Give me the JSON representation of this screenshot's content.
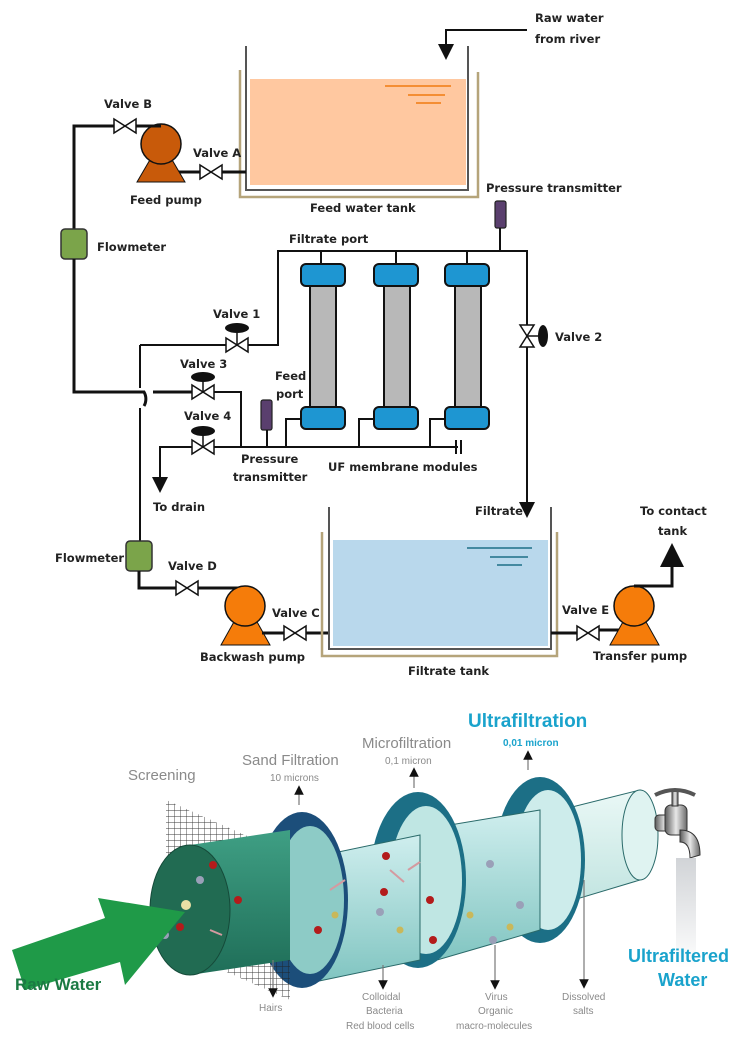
{
  "schematic": {
    "labels": {
      "raw_water_line1": "Raw water",
      "raw_water_line2": "from river",
      "valve_b": "Valve B",
      "valve_a": "Valve A",
      "feed_pump": "Feed pump",
      "feed_water_tank": "Feed water tank",
      "pressure_transmitter_top": "Pressure transmitter",
      "flowmeter_top": "Flowmeter",
      "filtrate_port": "Filtrate port",
      "valve_1": "Valve 1",
      "valve_2": "Valve 2",
      "valve_3": "Valve 3",
      "valve_4": "Valve 4",
      "feed_port_line1": "Feed",
      "feed_port_line2": "port",
      "pressure_transmitter_bottom_line1": "Pressure",
      "pressure_transmitter_bottom_line2": "transmitter",
      "uf_modules": "UF membrane modules",
      "to_drain": "To drain",
      "filtrate": "Filtrate",
      "to_contact_line1": "To contact",
      "to_contact_line2": "tank",
      "flowmeter_bottom": "Flowmeter",
      "valve_d": "Valve D",
      "valve_c": "Valve C",
      "valve_e": "Valve E",
      "backwash_pump": "Backwash pump",
      "filtrate_tank": "Filtrate tank",
      "transfer_pump": "Transfer pump"
    },
    "colors": {
      "feed_water": "#ffc8a0",
      "feed_pump": "#c85a0a",
      "pumps": "#f57c0a",
      "flowmeter": "#7ba44a",
      "membrane_cap": "#1e96d2",
      "membrane_body": "#b8b8b8",
      "pressure_transmitter": "#5a3f6e",
      "filtrate_water": "#b9d8ec",
      "tank_outer": "#b5a47a"
    }
  },
  "illustration": {
    "stages": [
      {
        "name": "Screening",
        "size": ""
      },
      {
        "name": "Sand Filtration",
        "size": "10 microns"
      },
      {
        "name": "Microfiltration",
        "size": "0,1 micron"
      },
      {
        "name": "Ultrafiltration",
        "size": "0,01 micron"
      }
    ],
    "removed": [
      {
        "lines": [
          "Hairs"
        ]
      },
      {
        "lines": [
          "Colloidal",
          "Bacteria",
          "Red blood cells"
        ]
      },
      {
        "lines": [
          "Virus",
          "Organic",
          "macro-molecules"
        ]
      },
      {
        "lines": [
          "Dissolved",
          "salts"
        ]
      }
    ],
    "input_label": "Raw Water",
    "output_label_line1": "Ultrafiltered",
    "output_label_line2": "Water",
    "colors": {
      "highlight": "#1aa3cc",
      "raw_water": "#1b7a43",
      "arrow": "#1f9a48",
      "ring_dark": "#1c4e7a",
      "ring_teal": "#1c6f86"
    }
  }
}
